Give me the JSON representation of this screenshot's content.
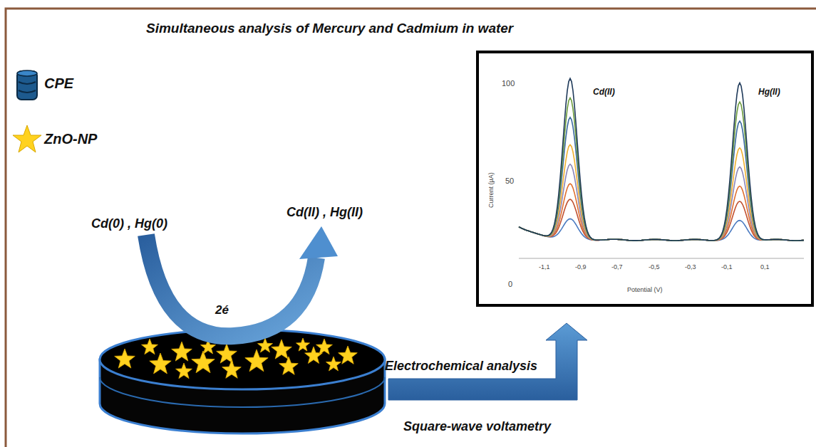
{
  "diagram": {
    "title": "Simultaneous  analysis of Mercury and Cadmium in water",
    "labels": [
      "Cd(0) , Hg(0)",
      "Cd(II) , Hg(II)",
      "2é",
      "Electrochemical analysis",
      "Square-wave  voltametry",
      "Cd(II)",
      "Hg(II)",
      "100",
      "50",
      "0",
      "-1,1",
      "-0,9",
      "-0,7",
      "-0,5",
      "-0,3",
      "-0,1",
      "0,1",
      "Potential (V)",
      "Current (µA)"
    ],
    "legend": [
      {
        "text": "CPE"
      },
      {
        "text": "ZnO-NP"
      }
    ]
  }
}
